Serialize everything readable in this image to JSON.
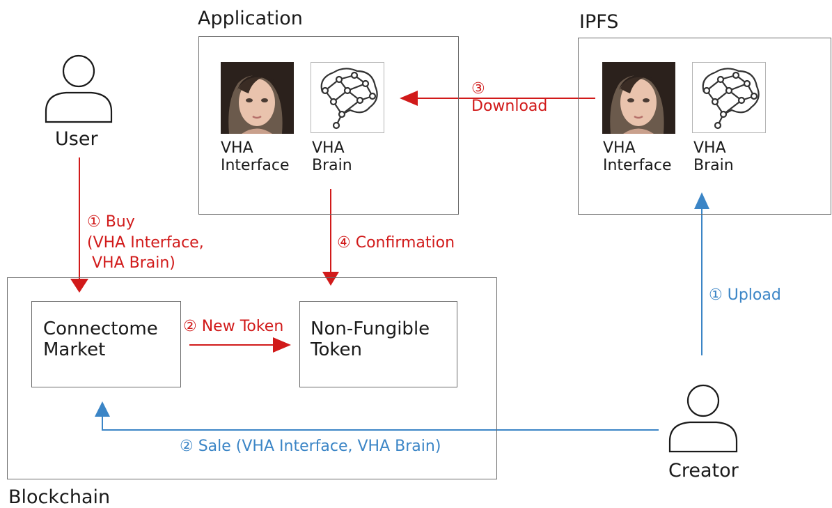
{
  "containers": {
    "application": "Application",
    "ipfs": "IPFS",
    "blockchain": "Blockchain"
  },
  "actors": {
    "user": "User",
    "creator": "Creator"
  },
  "application": {
    "interface_label": "VHA\nInterface",
    "brain_label": "VHA\nBrain"
  },
  "ipfs": {
    "interface_label": "VHA\nInterface",
    "brain_label": "VHA\nBrain"
  },
  "blockchain": {
    "market_label": "Connectome\nMarket",
    "token_label": "Non-Fungible\nToken"
  },
  "edges": {
    "buy": "① Buy\n(VHA Interface,\n VHA Brain)",
    "new_token": "② New Token",
    "download": "③\nDownload",
    "confirmation": "④ Confirmation",
    "upload": "① Upload",
    "sale": "② Sale (VHA Interface, VHA Brain)"
  },
  "colors": {
    "red": "#d11a1a",
    "blue": "#3b85c6"
  },
  "icons": {
    "person": "person-outline-icon",
    "face": "vha-face-avatar",
    "brain": "brain-network-icon"
  }
}
